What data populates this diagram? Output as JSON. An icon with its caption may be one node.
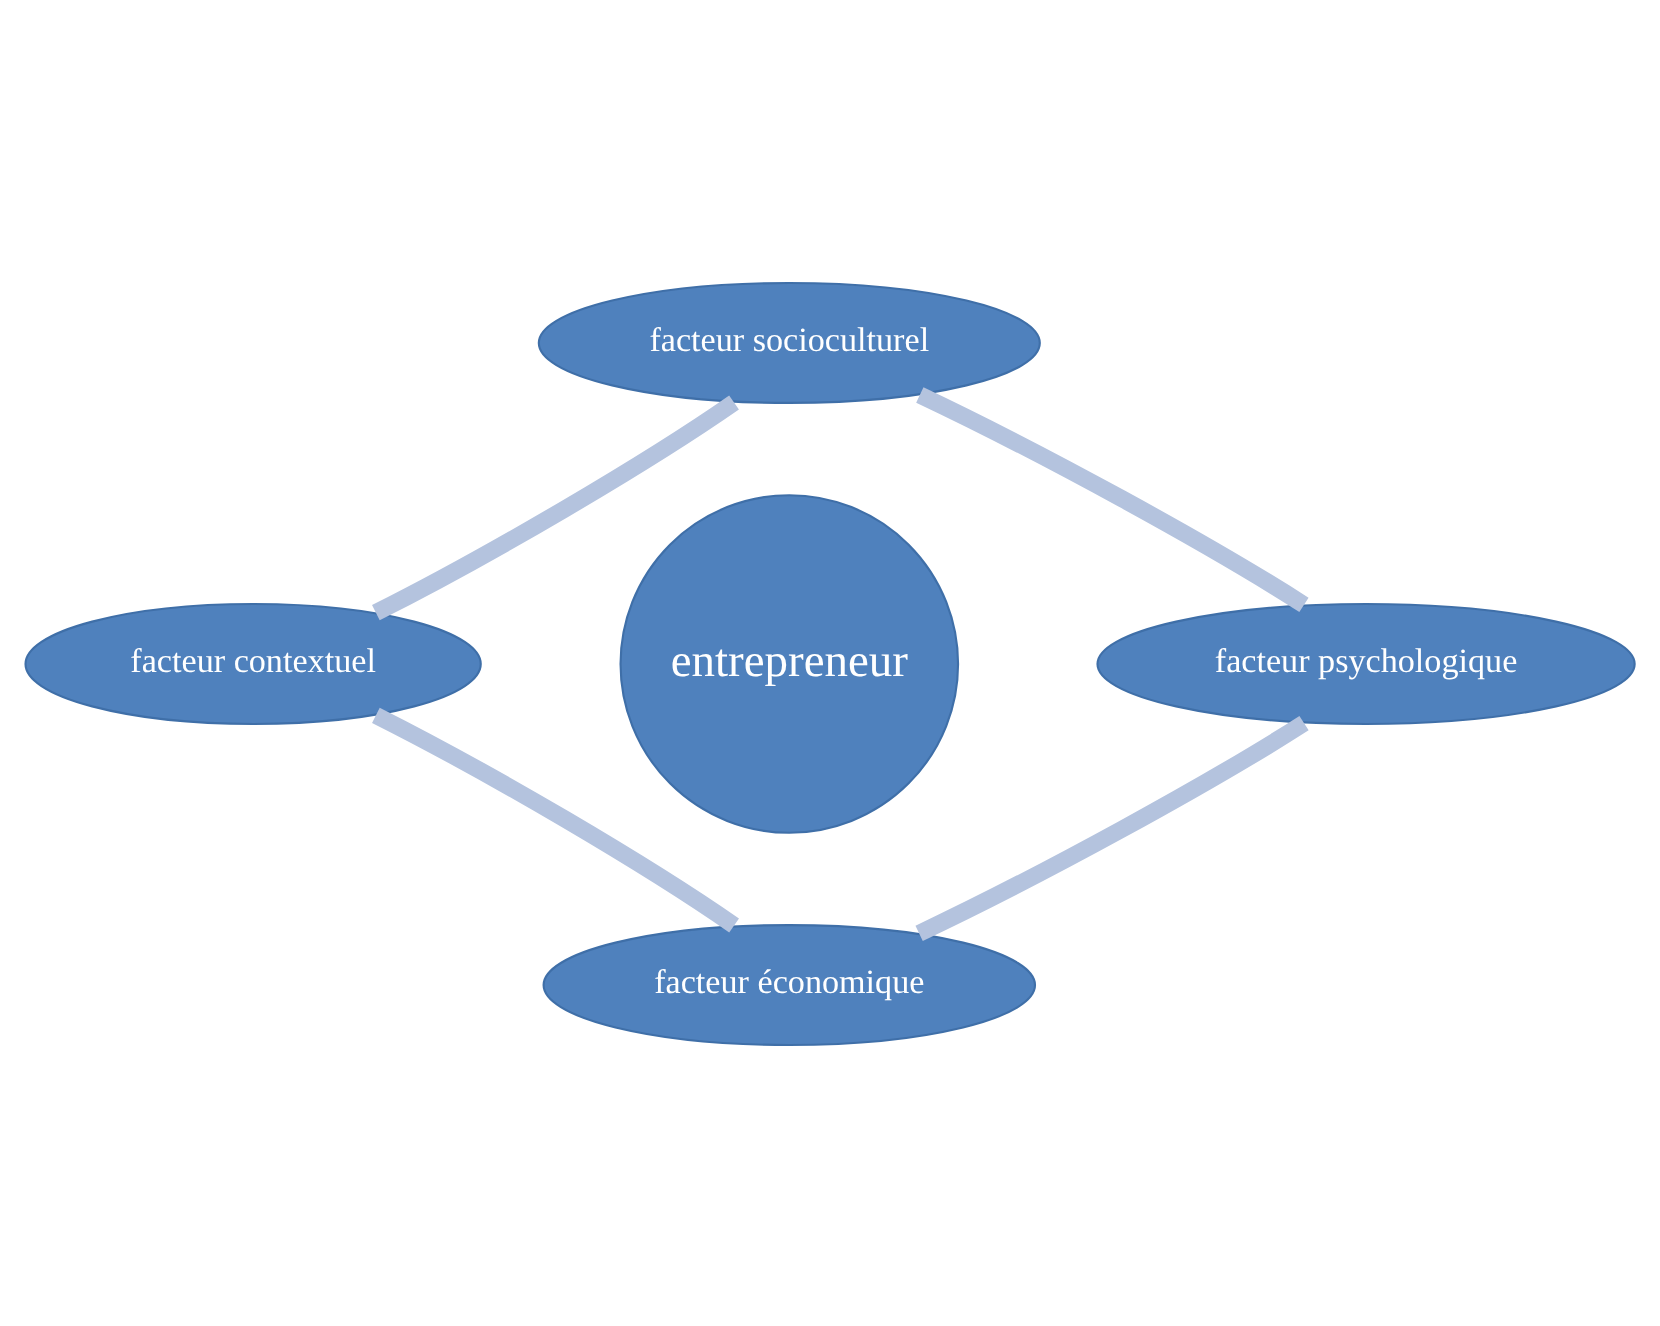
{
  "diagram": {
    "nodes": [
      {
        "text": [
          "entrepreneur"
        ]
      },
      {
        "text": [
          "facteur socioculturel"
        ]
      },
      {
        "text": [
          "facteur psychologique"
        ]
      },
      {
        "text": [
          "facteur économique"
        ]
      },
      {
        "text": [
          "facteur contextuel"
        ]
      }
    ],
    "edges": [
      {
        "from": 1,
        "to": 2,
        "arrow": "none"
      },
      {
        "from": 2,
        "to": 3,
        "arrow": "none"
      },
      {
        "from": 3,
        "to": 4,
        "arrow": "none"
      },
      {
        "from": 4,
        "to": 1,
        "arrow": "none"
      }
    ]
  }
}
